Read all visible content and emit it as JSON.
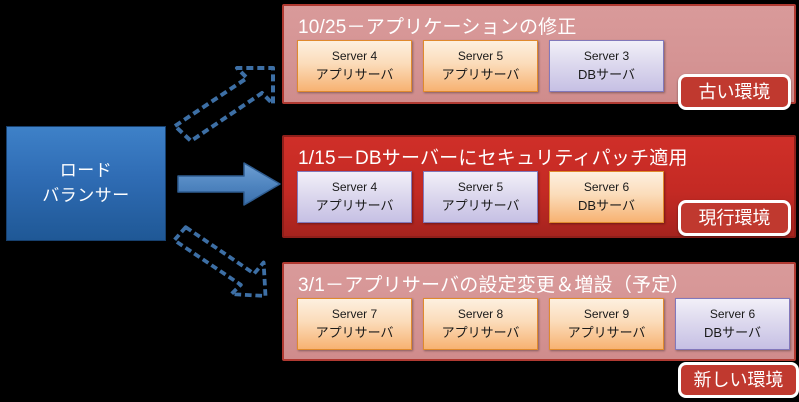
{
  "load_balancer": {
    "line1": "ロード",
    "line2": "バランサー",
    "color": "#2f6cb4"
  },
  "arrows": [
    {
      "name": "arrow-to-old-environment",
      "style": "dashed-outline",
      "direction": "up-right",
      "color": "#3d6fa5"
    },
    {
      "name": "arrow-to-current-environment",
      "style": "solid-filled",
      "direction": "right",
      "color": "#4a82bd"
    },
    {
      "name": "arrow-to-new-environment",
      "style": "dashed-outline",
      "direction": "down-right",
      "color": "#3d6fa5"
    }
  ],
  "panels": [
    {
      "id": "old",
      "title": "10/25－アプリケーションの修正",
      "bg_color": "#d59494",
      "border_color": "#b03a32",
      "badge": "古い環境",
      "servers": [
        {
          "name": "Server 4",
          "role": "アプリサーバ",
          "type": "app"
        },
        {
          "name": "Server 5",
          "role": "アプリサーバ",
          "type": "app"
        },
        {
          "name": "Server 3",
          "role": "DBサーバ",
          "type": "db"
        }
      ]
    },
    {
      "id": "current",
      "title": "1/15－DBサーバーにセキュリティパッチ適用",
      "bg_color": "#c42a24",
      "border_color": "#8e1f1a",
      "badge": "現行環境",
      "servers": [
        {
          "name": "Server 4",
          "role": "アプリサーバ",
          "type": "db"
        },
        {
          "name": "Server 5",
          "role": "アプリサーバ",
          "type": "db"
        },
        {
          "name": "Server 6",
          "role": "DBサーバ",
          "type": "app"
        }
      ]
    },
    {
      "id": "new",
      "title": "3/1－アプリサーバの設定変更＆増設（予定）",
      "bg_color": "#d59494",
      "border_color": "#b03a32",
      "badge": "新しい環境",
      "servers": [
        {
          "name": "Server 7",
          "role": "アプリサーバ",
          "type": "app"
        },
        {
          "name": "Server 8",
          "role": "アプリサーバ",
          "type": "app"
        },
        {
          "name": "Server 9",
          "role": "アプリサーバ",
          "type": "app"
        },
        {
          "name": "Server 6",
          "role": "DBサーバ",
          "type": "db"
        }
      ]
    }
  ],
  "badge_color": "#c0392f"
}
